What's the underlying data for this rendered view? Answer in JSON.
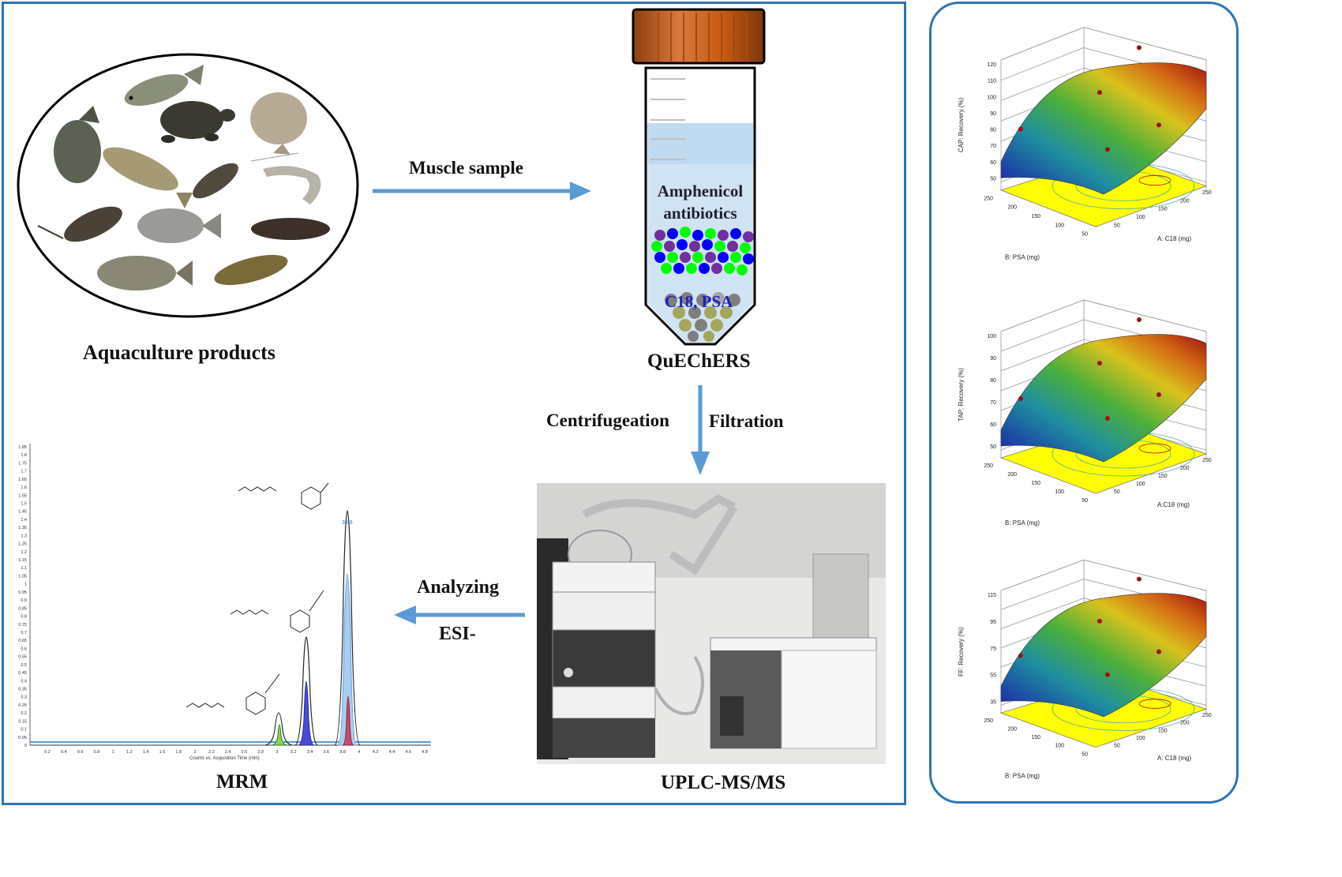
{
  "labels": {
    "aquaculture": "Aquaculture products",
    "muscle": "Muscle sample",
    "quechers": "QuEChERS",
    "amphenicol_line1": "Amphenicol",
    "amphenicol_line2": "antibiotics",
    "sorbents": "C18, PSA",
    "centrifugation": "Centrifugeation",
    "filtration": "Filtration",
    "uplc": "UPLC-MS/MS",
    "analyzing": "Analyzing",
    "esi": "ESI-",
    "mrm": "MRM"
  },
  "chromatogram": {
    "y_ticks": [
      "0",
      "0.05",
      "0.1",
      "0.15",
      "0.2",
      "0.25",
      "0.3",
      "0.35",
      "0.4",
      "0.45",
      "0.5",
      "0.55",
      "0.6",
      "0.65",
      "0.7",
      "0.75",
      "0.8",
      "0.85",
      "0.9",
      "0.95",
      "1",
      "1.05",
      "1.1",
      "1.15",
      "1.2",
      "1.25",
      "1.3",
      "1.35",
      "1.4",
      "1.45",
      "1.5",
      "1.55",
      "1.6",
      "1.65",
      "1.7",
      "1.75",
      "1.8",
      "1.85"
    ],
    "x_ticks": [
      "0.2",
      "0.4",
      "0.6",
      "0.8",
      "1",
      "1.2",
      "1.4",
      "1.6",
      "1.8",
      "2",
      "2.2",
      "2.4",
      "2.6",
      "2.8",
      "3",
      "3.2",
      "3.4",
      "3.6",
      "3.8",
      "4",
      "4.2",
      "4.4",
      "4.6",
      "4.8"
    ],
    "x_label": "Counts vs. Acquisition Time (min)",
    "peak_label": "3.86"
  },
  "surfaces": [
    {
      "z_label": "CAP: Recovery (%)",
      "x_label": "A: C18 (mg)",
      "y_label": "B: PSA (mg)",
      "z_ticks": [
        "50",
        "60",
        "70",
        "80",
        "90",
        "100",
        "110",
        "120"
      ],
      "x_ticks": [
        "50",
        "100",
        "150",
        "200",
        "250"
      ],
      "y_ticks": [
        "250",
        "200",
        "150",
        "100",
        "50"
      ]
    },
    {
      "z_label": "TAP: Recovery (%)",
      "x_label": "A:C18 (mg)",
      "y_label": "B: PSA (mg)",
      "z_ticks": [
        "50",
        "60",
        "70",
        "80",
        "90",
        "100"
      ],
      "x_ticks": [
        "50",
        "100",
        "150",
        "200",
        "250"
      ],
      "y_ticks": [
        "250",
        "200",
        "150",
        "100",
        "50"
      ]
    },
    {
      "z_label": "FF: Recovery (%)",
      "x_label": "A: C18 (mg)",
      "y_label": "B: PSA (mg)",
      "z_ticks": [
        "35",
        "55",
        "75",
        "95",
        "115"
      ],
      "x_ticks": [
        "50",
        "100",
        "150",
        "200",
        "250"
      ],
      "y_ticks": [
        "250",
        "200",
        "150",
        "100",
        "50"
      ]
    }
  ],
  "colors": {
    "frame": "#2e74b5",
    "arrow": "#5b9bd5",
    "cap": "#c55a11",
    "plane": "#ffff00"
  }
}
